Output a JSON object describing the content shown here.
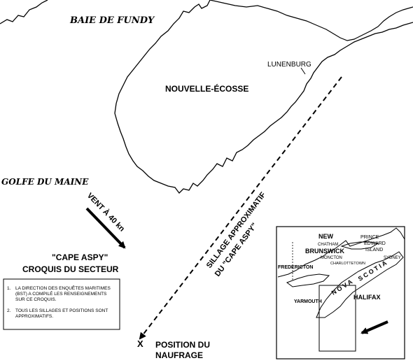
{
  "map": {
    "labels": {
      "bay_of_fundy": "BAIE DE FUNDY",
      "nova_scotia": "NOUVELLE-ÉCOSSE",
      "lunenburg": "LUNENBURG",
      "gulf_of_maine": "GOLFE DU MAINE",
      "wind": "VENT À 40 kn",
      "track_line1": "SILLAGE APPROXIMATIF",
      "track_line2": "DU \"CAPE ASPY\"",
      "wreck_line1": "POSITION DU",
      "wreck_line2": "NAUFRAGE",
      "wreck_marker": "X"
    },
    "title": {
      "line1": "\"CAPE  ASPY\"",
      "line2": "CROQUIS  DU  SECTEUR"
    },
    "notes": [
      {
        "num": "1.",
        "l1": "LA DIRECTION DES ENQUÊTES MARITIMES",
        "l2": "(BST) A COMPILÉ  LES RENSEIGNEMENTS",
        "l3": "SUR CE CROQUIS."
      },
      {
        "num": "2.",
        "l1": "TOUS LES SILLAGES ET POSITIONS SONT",
        "l2": "APPROXIMATIFS.",
        "l3": ""
      }
    ],
    "inset": {
      "new": "NEW",
      "brunswick": "BRUNSWICK",
      "chatham": "CHATHAM",
      "moncton": "MONCTON",
      "prince": "PRINCE",
      "edward": "EDWARD",
      "island": "ISLAND",
      "charlottetown": "CHARLOTTETOWN",
      "sydney": "SYDNEY",
      "fredericton": "FREDERICTON",
      "nova": "N O V A",
      "scotia": "S C O T I A",
      "halifax": "HALIFAX",
      "yarmouth": "YARMOUTH"
    }
  }
}
